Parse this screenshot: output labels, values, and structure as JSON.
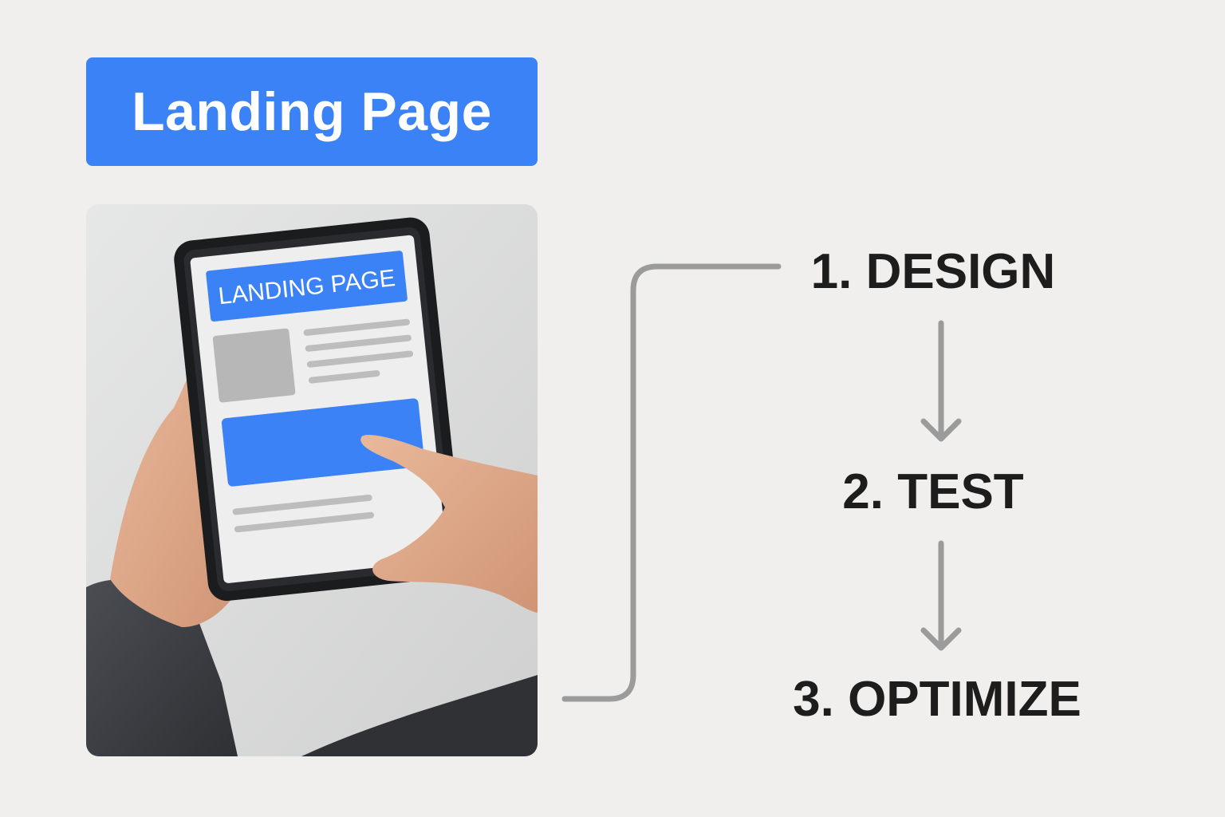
{
  "header": {
    "title": "Landing Page"
  },
  "illustration": {
    "tablet_screen_title": "LANDING PAGE",
    "accent_color": "#3b82f6"
  },
  "steps": [
    {
      "label": "1. DESIGN"
    },
    {
      "label": "2. TEST"
    },
    {
      "label": "3. OPTIMIZE"
    }
  ],
  "colors": {
    "background": "#f0efed",
    "accent": "#3b82f6",
    "connector": "#9b9b9b",
    "text": "#1d1d1d"
  },
  "icons": {
    "arrow_down": "arrow-down-icon",
    "bracket_connector": "bracket-connector-icon"
  }
}
